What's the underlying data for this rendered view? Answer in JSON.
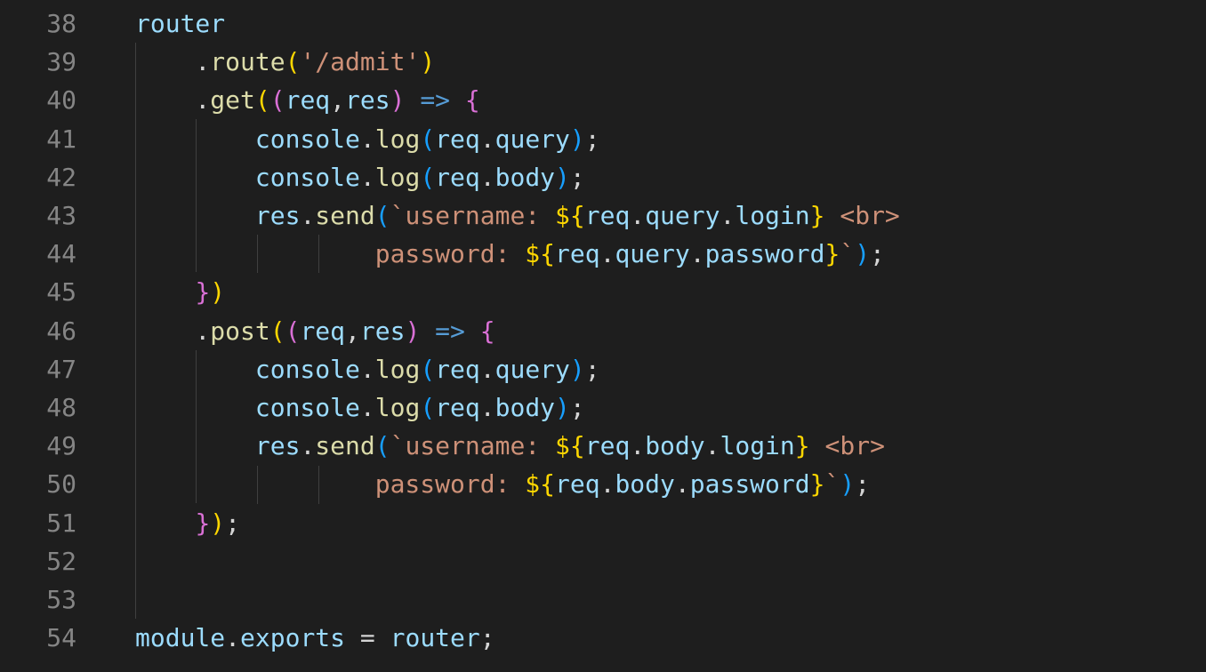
{
  "editor": {
    "line_numbers": [
      "38",
      "39",
      "40",
      "41",
      "42",
      "43",
      "44",
      "45",
      "46",
      "47",
      "48",
      "49",
      "50",
      "51",
      "52",
      "53",
      "54"
    ],
    "lines": [
      [
        {
          "t": "router",
          "c": "tok-var"
        }
      ],
      [
        {
          "t": "    .",
          "c": "tok-punc"
        },
        {
          "t": "route",
          "c": "tok-fn"
        },
        {
          "t": "(",
          "c": "tok-br1"
        },
        {
          "t": "'/admit'",
          "c": "tok-str"
        },
        {
          "t": ")",
          "c": "tok-br1"
        }
      ],
      [
        {
          "t": "    .",
          "c": "tok-punc"
        },
        {
          "t": "get",
          "c": "tok-fn"
        },
        {
          "t": "(",
          "c": "tok-br1"
        },
        {
          "t": "(",
          "c": "tok-br2"
        },
        {
          "t": "req",
          "c": "tok-var"
        },
        {
          "t": ",",
          "c": "tok-punc"
        },
        {
          "t": "res",
          "c": "tok-var"
        },
        {
          "t": ")",
          "c": "tok-br2"
        },
        {
          "t": " => ",
          "c": "tok-op"
        },
        {
          "t": "{",
          "c": "tok-br2"
        }
      ],
      [
        {
          "t": "        ",
          "c": "tok-punc"
        },
        {
          "t": "console",
          "c": "tok-var"
        },
        {
          "t": ".",
          "c": "tok-punc"
        },
        {
          "t": "log",
          "c": "tok-fn"
        },
        {
          "t": "(",
          "c": "tok-br3"
        },
        {
          "t": "req",
          "c": "tok-var"
        },
        {
          "t": ".",
          "c": "tok-punc"
        },
        {
          "t": "query",
          "c": "tok-var"
        },
        {
          "t": ")",
          "c": "tok-br3"
        },
        {
          "t": ";",
          "c": "tok-punc"
        }
      ],
      [
        {
          "t": "        ",
          "c": "tok-punc"
        },
        {
          "t": "console",
          "c": "tok-var"
        },
        {
          "t": ".",
          "c": "tok-punc"
        },
        {
          "t": "log",
          "c": "tok-fn"
        },
        {
          "t": "(",
          "c": "tok-br3"
        },
        {
          "t": "req",
          "c": "tok-var"
        },
        {
          "t": ".",
          "c": "tok-punc"
        },
        {
          "t": "body",
          "c": "tok-var"
        },
        {
          "t": ")",
          "c": "tok-br3"
        },
        {
          "t": ";",
          "c": "tok-punc"
        }
      ],
      [
        {
          "t": "        ",
          "c": "tok-punc"
        },
        {
          "t": "res",
          "c": "tok-var"
        },
        {
          "t": ".",
          "c": "tok-punc"
        },
        {
          "t": "send",
          "c": "tok-fn"
        },
        {
          "t": "(",
          "c": "tok-br3"
        },
        {
          "t": "`username: ",
          "c": "tok-str"
        },
        {
          "t": "${",
          "c": "tok-br1"
        },
        {
          "t": "req",
          "c": "tok-var"
        },
        {
          "t": ".",
          "c": "tok-punc"
        },
        {
          "t": "query",
          "c": "tok-var"
        },
        {
          "t": ".",
          "c": "tok-punc"
        },
        {
          "t": "login",
          "c": "tok-var"
        },
        {
          "t": "}",
          "c": "tok-br1"
        },
        {
          "t": " <br>",
          "c": "tok-str"
        }
      ],
      [
        {
          "t": "                ",
          "c": "tok-punc"
        },
        {
          "t": "password: ",
          "c": "tok-str"
        },
        {
          "t": "${",
          "c": "tok-br1"
        },
        {
          "t": "req",
          "c": "tok-var"
        },
        {
          "t": ".",
          "c": "tok-punc"
        },
        {
          "t": "query",
          "c": "tok-var"
        },
        {
          "t": ".",
          "c": "tok-punc"
        },
        {
          "t": "password",
          "c": "tok-var"
        },
        {
          "t": "}",
          "c": "tok-br1"
        },
        {
          "t": "`",
          "c": "tok-str"
        },
        {
          "t": ")",
          "c": "tok-br3"
        },
        {
          "t": ";",
          "c": "tok-punc"
        }
      ],
      [
        {
          "t": "    ",
          "c": "tok-punc"
        },
        {
          "t": "}",
          "c": "tok-br2"
        },
        {
          "t": ")",
          "c": "tok-br1"
        }
      ],
      [
        {
          "t": "    .",
          "c": "tok-punc"
        },
        {
          "t": "post",
          "c": "tok-fn"
        },
        {
          "t": "(",
          "c": "tok-br1"
        },
        {
          "t": "(",
          "c": "tok-br2"
        },
        {
          "t": "req",
          "c": "tok-var"
        },
        {
          "t": ",",
          "c": "tok-punc"
        },
        {
          "t": "res",
          "c": "tok-var"
        },
        {
          "t": ")",
          "c": "tok-br2"
        },
        {
          "t": " => ",
          "c": "tok-op"
        },
        {
          "t": "{",
          "c": "tok-br2"
        }
      ],
      [
        {
          "t": "        ",
          "c": "tok-punc"
        },
        {
          "t": "console",
          "c": "tok-var"
        },
        {
          "t": ".",
          "c": "tok-punc"
        },
        {
          "t": "log",
          "c": "tok-fn"
        },
        {
          "t": "(",
          "c": "tok-br3"
        },
        {
          "t": "req",
          "c": "tok-var"
        },
        {
          "t": ".",
          "c": "tok-punc"
        },
        {
          "t": "query",
          "c": "tok-var"
        },
        {
          "t": ")",
          "c": "tok-br3"
        },
        {
          "t": ";",
          "c": "tok-punc"
        }
      ],
      [
        {
          "t": "        ",
          "c": "tok-punc"
        },
        {
          "t": "console",
          "c": "tok-var"
        },
        {
          "t": ".",
          "c": "tok-punc"
        },
        {
          "t": "log",
          "c": "tok-fn"
        },
        {
          "t": "(",
          "c": "tok-br3"
        },
        {
          "t": "req",
          "c": "tok-var"
        },
        {
          "t": ".",
          "c": "tok-punc"
        },
        {
          "t": "body",
          "c": "tok-var"
        },
        {
          "t": ")",
          "c": "tok-br3"
        },
        {
          "t": ";",
          "c": "tok-punc"
        }
      ],
      [
        {
          "t": "        ",
          "c": "tok-punc"
        },
        {
          "t": "res",
          "c": "tok-var"
        },
        {
          "t": ".",
          "c": "tok-punc"
        },
        {
          "t": "send",
          "c": "tok-fn"
        },
        {
          "t": "(",
          "c": "tok-br3"
        },
        {
          "t": "`username: ",
          "c": "tok-str"
        },
        {
          "t": "${",
          "c": "tok-br1"
        },
        {
          "t": "req",
          "c": "tok-var"
        },
        {
          "t": ".",
          "c": "tok-punc"
        },
        {
          "t": "body",
          "c": "tok-var"
        },
        {
          "t": ".",
          "c": "tok-punc"
        },
        {
          "t": "login",
          "c": "tok-var"
        },
        {
          "t": "}",
          "c": "tok-br1"
        },
        {
          "t": " <br>",
          "c": "tok-str"
        }
      ],
      [
        {
          "t": "                ",
          "c": "tok-punc"
        },
        {
          "t": "password: ",
          "c": "tok-str"
        },
        {
          "t": "${",
          "c": "tok-br1"
        },
        {
          "t": "req",
          "c": "tok-var"
        },
        {
          "t": ".",
          "c": "tok-punc"
        },
        {
          "t": "body",
          "c": "tok-var"
        },
        {
          "t": ".",
          "c": "tok-punc"
        },
        {
          "t": "password",
          "c": "tok-var"
        },
        {
          "t": "}",
          "c": "tok-br1"
        },
        {
          "t": "`",
          "c": "tok-str"
        },
        {
          "t": ")",
          "c": "tok-br3"
        },
        {
          "t": ";",
          "c": "tok-punc"
        }
      ],
      [
        {
          "t": "    ",
          "c": "tok-punc"
        },
        {
          "t": "}",
          "c": "tok-br2"
        },
        {
          "t": ")",
          "c": "tok-br1"
        },
        {
          "t": ";",
          "c": "tok-punc"
        }
      ],
      [],
      [],
      [
        {
          "t": "module",
          "c": "tok-var"
        },
        {
          "t": ".",
          "c": "tok-punc"
        },
        {
          "t": "exports",
          "c": "tok-var"
        },
        {
          "t": " = ",
          "c": "tok-punc"
        },
        {
          "t": "router",
          "c": "tok-var"
        },
        {
          "t": ";",
          "c": "tok-punc"
        }
      ]
    ]
  },
  "colors": {
    "background": "#1e1e1e",
    "line_number": "#858585",
    "variable": "#9cdcfe",
    "function": "#dcdcaa",
    "string": "#ce9178",
    "keyword_operator": "#569cd6",
    "bracket_level1": "#ffd700",
    "bracket_level2": "#da70d6",
    "bracket_level3": "#179fff"
  }
}
